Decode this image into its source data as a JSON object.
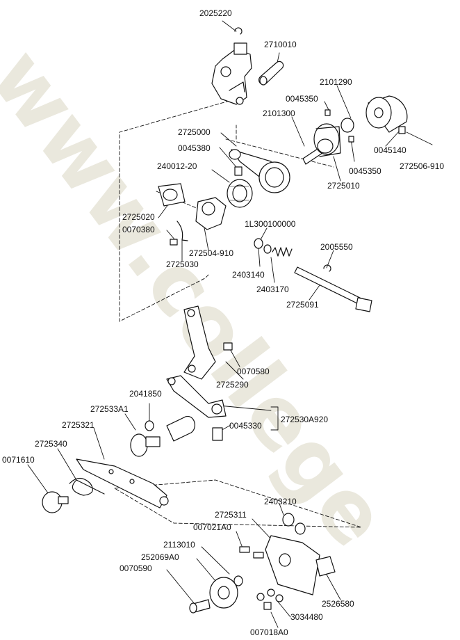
{
  "watermark": {
    "text": "www.college",
    "color": "#c9c3a8"
  },
  "diagram": {
    "type": "exploded-parts-diagram",
    "line_color": "#111111",
    "part_fill": "#ffffff"
  },
  "labels": {
    "p2025220": "2025220",
    "p2710010": "2710010",
    "p2101290": "2101290",
    "p0045350a": "0045350",
    "p2101300": "2101300",
    "p2725000": "2725000",
    "p0045380": "0045380",
    "p240012_20": "240012-20",
    "p0045140": "0045140",
    "p0045350b": "0045350",
    "p272506_910": "272506-910",
    "p2725010": "2725010",
    "p2725020": "2725020",
    "p0070380": "0070380",
    "p1L300100000": "1L300100000",
    "p272504_910": "272504-910",
    "p2725030": "2725030",
    "p2005550": "2005550",
    "p2403140": "2403140",
    "p2403170": "2403170",
    "p2725091": "2725091",
    "p0070580": "0070580",
    "p2725290": "2725290",
    "p2041850": "2041850",
    "p272533A1": "272533A1",
    "p2725321": "2725321",
    "p272530A920": "272530A920",
    "p0045330": "0045330",
    "p2725340": "2725340",
    "p0071610": "0071610",
    "p2403210": "2403210",
    "p2725311": "2725311",
    "p007021A0": "007021A0",
    "p2113010": "2113010",
    "p252069A0": "252069A0",
    "p0070590": "0070590",
    "p2526580": "2526580",
    "p3034480": "3034480",
    "p007018A0": "007018A0"
  }
}
